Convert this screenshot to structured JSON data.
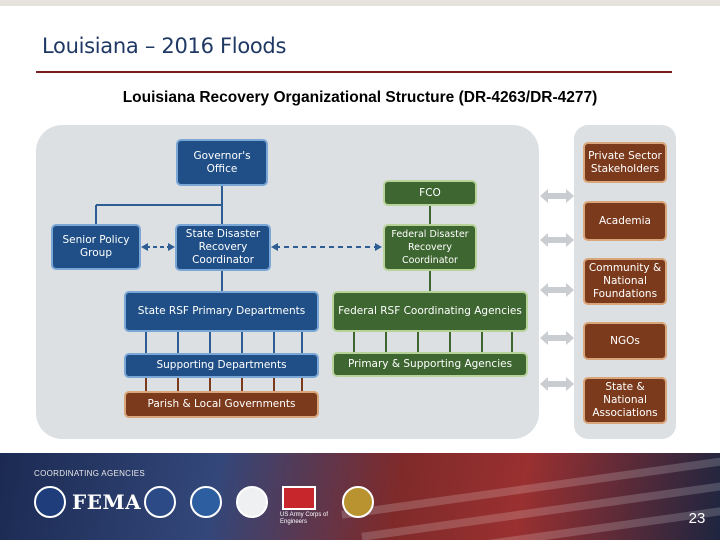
{
  "slide": {
    "title": "Louisiana – 2016 Floods",
    "subtitle": "Louisiana Recovery Organizational Structure (DR-4263/DR-4277)",
    "page_number": "23"
  },
  "diagram": {
    "governor": "Governor's Office",
    "fco": "FCO",
    "senior_policy": "Senior Policy Group",
    "state_coordinator": "State Disaster Recovery Coordinator",
    "federal_coordinator": "Federal Disaster Recovery Coordinator",
    "state_rsf": "State RSF Primary Departments",
    "federal_rsf": "Federal RSF Coordinating Agencies",
    "supporting": "Supporting Departments",
    "primary_supporting": "Primary & Supporting Agencies",
    "parish": "Parish & Local Governments",
    "stakeholders": [
      "Private Sector Stakeholders",
      "Academia",
      "Community & National Foundations",
      "NGOs",
      "State & National Associations"
    ]
  },
  "footer": {
    "label": "COORDINATING AGENCIES",
    "fema": "FEMA",
    "usace": "US Army Corps of Engineers"
  },
  "colors": {
    "state_box": "#1f4f86",
    "federal_box": "#3e6630",
    "local_box": "#7c3a1c",
    "stakeholder_box": "#7c3a1c"
  }
}
